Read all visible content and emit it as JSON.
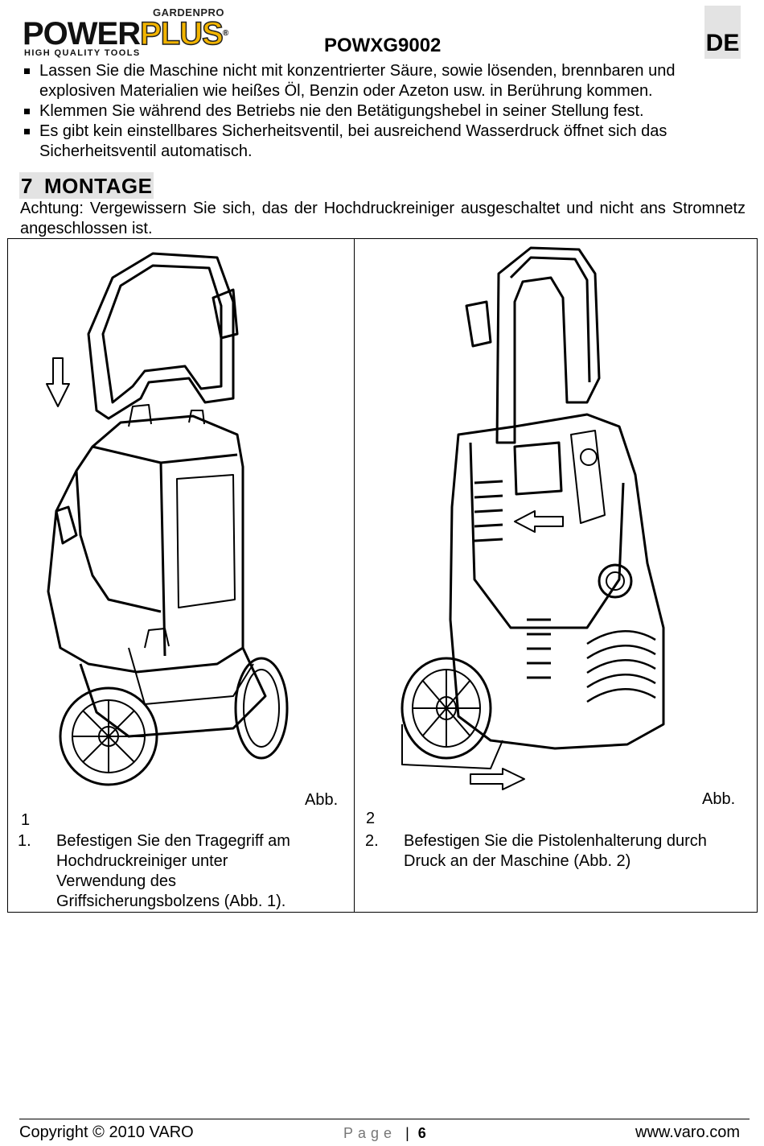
{
  "header": {
    "brand_small": "GARDENPRO",
    "brand_part1": "POWER",
    "brand_part2": "PLUS",
    "registered": "®",
    "tagline": "HIGH QUALITY TOOLS",
    "model": "POWXG9002",
    "language": "DE"
  },
  "bullets": [
    "Lassen Sie die Maschine nicht mit konzentrierter Säure, sowie lösenden, brennbaren und explosiven Materialien wie heißes Öl, Benzin oder Azeton usw. in Berührung kommen.",
    "Klemmen Sie während des Betriebs nie den Betätigungshebel in seiner Stellung fest.",
    "Es gibt kein einstellbares Sicherheitsventil, bei ausreichend Wasserdruck öffnet sich das Sicherheitsventil automatisch."
  ],
  "section": {
    "number": "7",
    "title": "MONTAGE"
  },
  "intro": "Achtung: Vergewissern Sie sich, das der Hochdruckreiniger ausgeschaltet und nicht ans Stromnetz angeschlossen ist.",
  "figures": [
    {
      "abb_label": "Abb.",
      "abb_number": "1",
      "step_number": "1.",
      "step_text": "Befestigen Sie den Tragegriff am Hochdruckreiniger unter Verwendung des Griffsicherungsbolzens (Abb. 1)."
    },
    {
      "abb_label": "Abb.",
      "abb_number": "2",
      "step_number": "2.",
      "step_text": "Befestigen Sie die Pistolenhalterung durch Druck an der Maschine (Abb. 2)"
    }
  ],
  "footer": {
    "copyright": "Copyright © 2010 VARO",
    "page_word": "Page",
    "page_sep": "|",
    "page_number": "6",
    "website": "www.varo.com"
  }
}
